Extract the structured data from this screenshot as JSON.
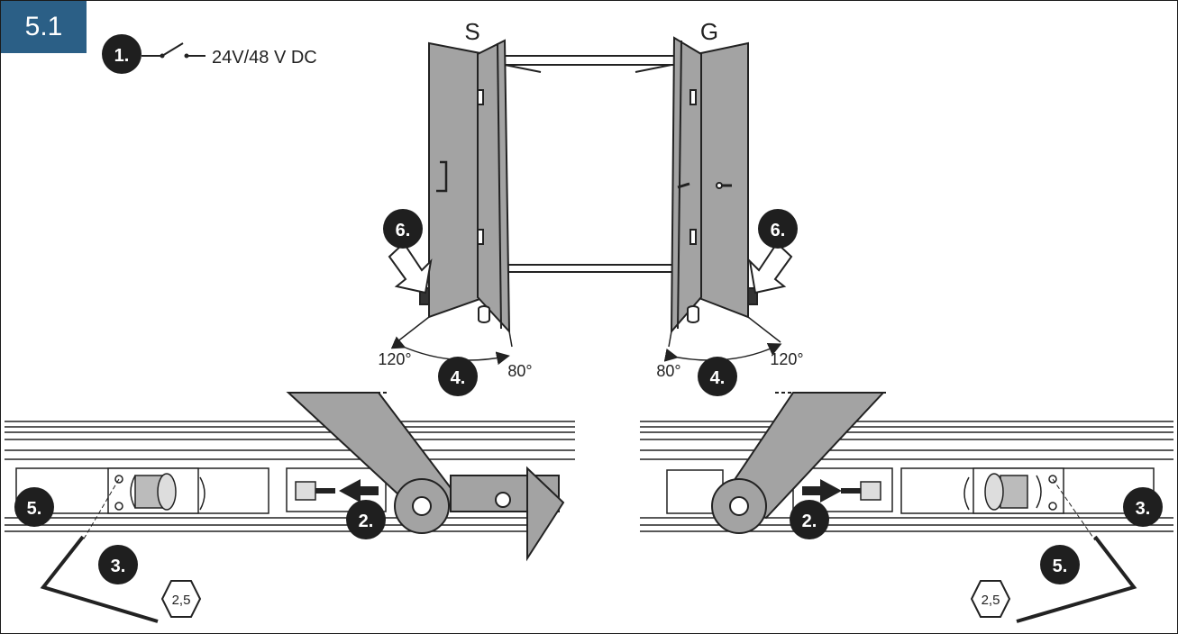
{
  "section": "5.1",
  "power": {
    "step": "1.",
    "label": "24V/48 V DC"
  },
  "doors": {
    "left_label": "S",
    "right_label": "G"
  },
  "angles": {
    "left_wide": "120°",
    "left_narrow": "80°",
    "right_narrow": "80°",
    "right_wide": "120°"
  },
  "steps": {
    "s2": "2.",
    "s3": "3.",
    "s4": "4.",
    "s5": "5.",
    "s6": "6."
  },
  "hex_key": "2,5",
  "colors": {
    "accent": "#2b5f86",
    "badge": "#1f1f1f",
    "panel": "#a3a3a3",
    "line": "#1a1a1a"
  }
}
